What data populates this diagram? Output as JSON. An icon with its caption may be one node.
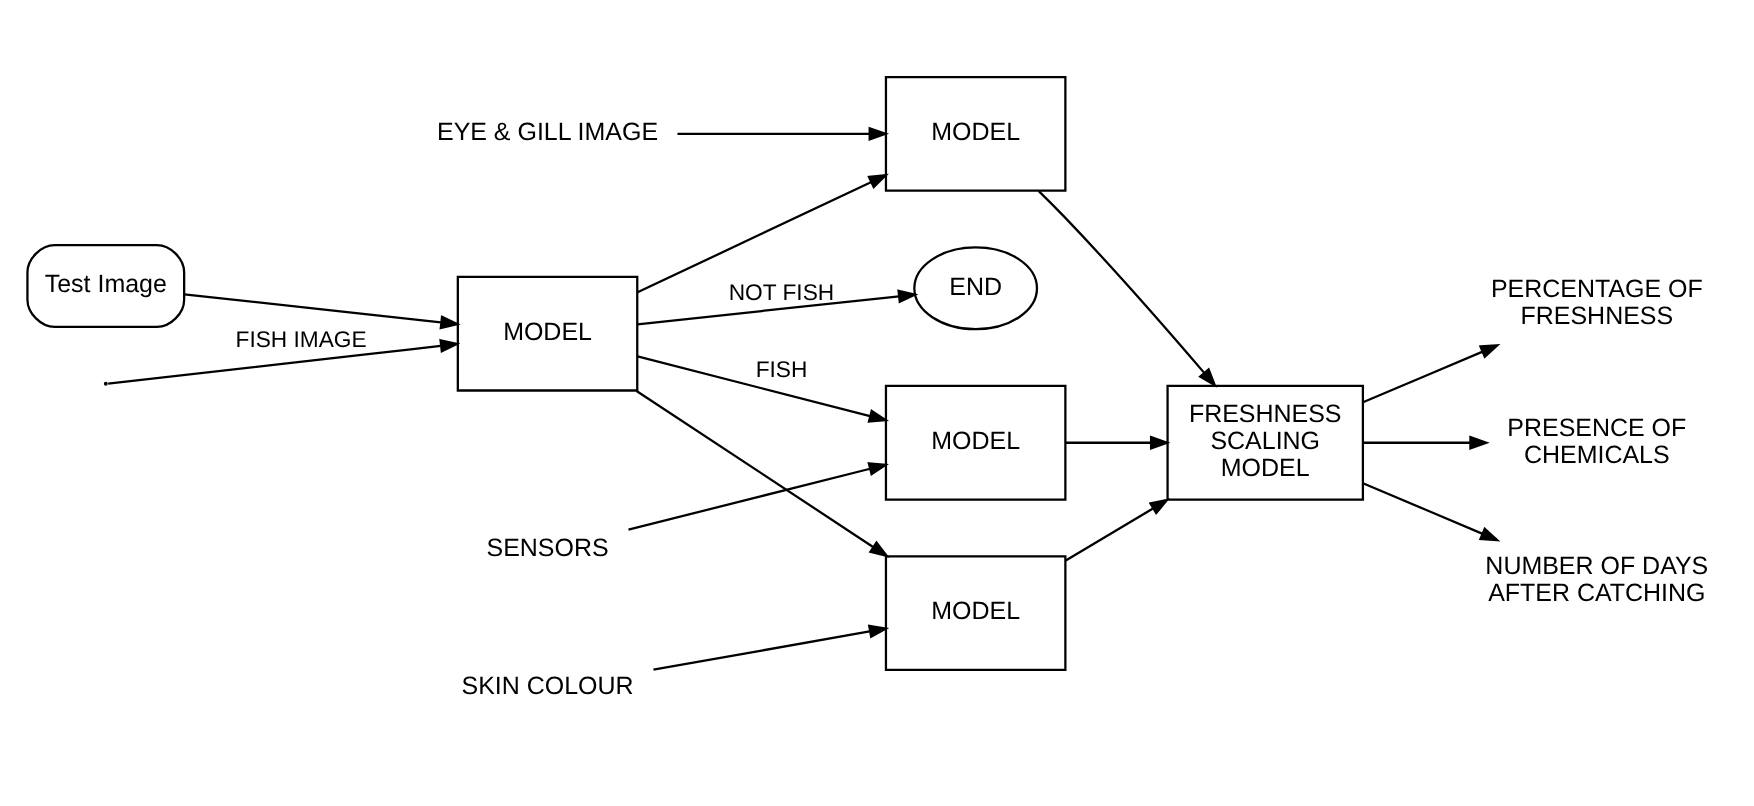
{
  "diagram": {
    "nodes": [
      {
        "text": [
          "MODEL"
        ]
      },
      {
        "text": [
          "Test Image"
        ]
      },
      {
        "text": [
          "END"
        ]
      },
      {
        "text": [
          "MODEL"
        ]
      },
      {
        "text": [
          "SENSORS"
        ]
      },
      {
        "text": [
          "MODEL"
        ]
      },
      {
        "text": [
          "EYE & GILL IMAGE"
        ]
      },
      {
        "text": [
          "MODEL"
        ]
      },
      {
        "text": [
          "SKIN COLOUR"
        ]
      },
      {
        "text": [
          "FRESHNESS SCALING MODEL"
        ]
      },
      {
        "text": [
          "PERCENTAGE OF FRESHNESS"
        ]
      },
      {
        "text": [
          "PRESENCE OF CHEMICALS"
        ]
      },
      {
        "text": [
          "NUMBER OF DAYS AFTER CATCHING"
        ]
      }
    ],
    "edges": [
      {
        "from": null,
        "to": 0,
        "arrow": "to",
        "label": "FISH IMAGE"
      },
      {
        "from": 1,
        "to": 0,
        "arrow": "to"
      },
      {
        "from": 0,
        "to": 3,
        "arrow": "to",
        "label": "FISH"
      },
      {
        "from": 0,
        "to": 5,
        "arrow": "to"
      },
      {
        "from": 0,
        "to": 7,
        "arrow": "to"
      },
      {
        "from": 0,
        "to": 2,
        "arrow": "to",
        "label": "NOT FISH"
      },
      {
        "from": 4,
        "to": 3,
        "arrow": "to"
      },
      {
        "from": 6,
        "to": 5,
        "arrow": "to"
      },
      {
        "from": 8,
        "to": 7,
        "arrow": "to"
      },
      {
        "from": 3,
        "to": 9,
        "arrow": "to"
      },
      {
        "from": 5,
        "to": 9,
        "arrow": "to"
      },
      {
        "from": 7,
        "to": 9,
        "arrow": "to"
      },
      {
        "from": 9,
        "to": 10,
        "arrow": "to"
      },
      {
        "from": 9,
        "to": 11,
        "arrow": "to"
      },
      {
        "from": 9,
        "to": 12,
        "arrow": "to"
      }
    ]
  }
}
